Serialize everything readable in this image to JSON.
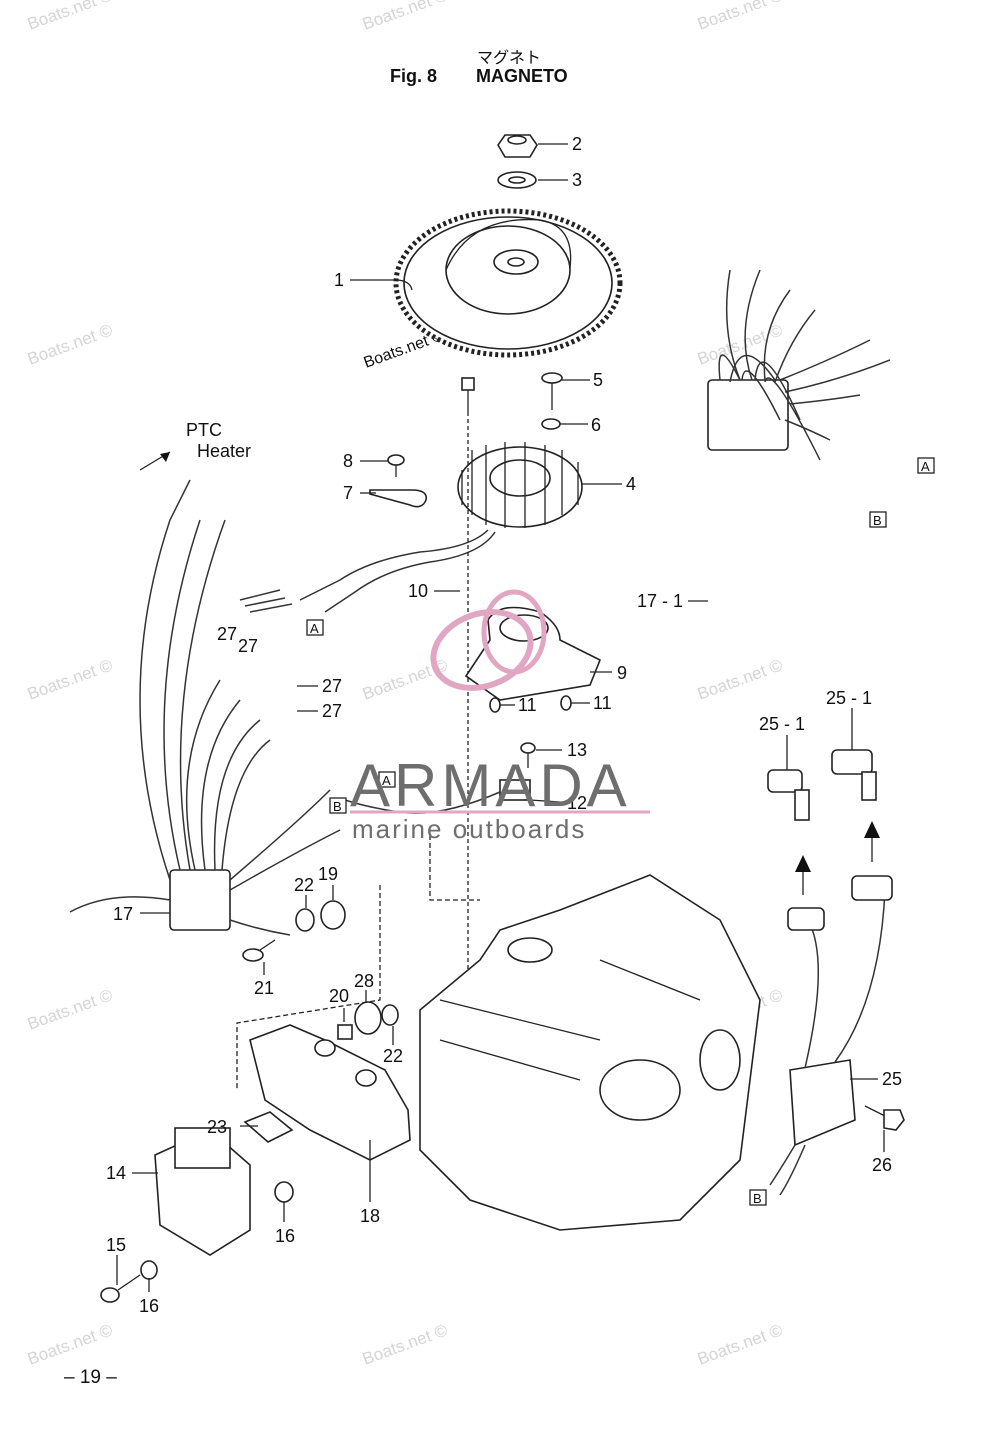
{
  "header": {
    "japanese_title": "マグネト",
    "fig_number": "Fig. 8",
    "title": "MAGNETO"
  },
  "watermark": {
    "site_text": "Boats.net ©",
    "brand_name": "ARMADA",
    "brand_tagline": "marine outboards",
    "brand_color": "#e0a6c2"
  },
  "callouts": {
    "c1": "1",
    "c2": "2",
    "c3": "3",
    "c4": "4",
    "c5": "5",
    "c6": "6",
    "c7": "7",
    "c8": "8",
    "c9": "9",
    "c10": "10",
    "c11a": "11",
    "c11b": "11",
    "c12": "12",
    "c13": "13",
    "c14": "14",
    "c15": "15",
    "c16a": "16",
    "c16b": "16",
    "c17": "17",
    "c17_1": "17 - 1",
    "c18": "18",
    "c19": "19",
    "c20": "20",
    "c21": "21",
    "c22a": "22",
    "c22b": "22",
    "c23": "23",
    "c25": "25",
    "c25_1a": "25 - 1",
    "c25_1b": "25 - 1",
    "c26": "26",
    "c27a": "27",
    "c27b": "27",
    "c27c": "27",
    "c27d": "27",
    "c28": "28"
  },
  "ptc_label": {
    "line1": "PTC",
    "line2": "Heater"
  },
  "connector_marks": {
    "a1": "A",
    "a2": "A",
    "a3": "A",
    "b1": "B",
    "b2": "B",
    "b3": "B"
  },
  "page_number": "– 19 –"
}
